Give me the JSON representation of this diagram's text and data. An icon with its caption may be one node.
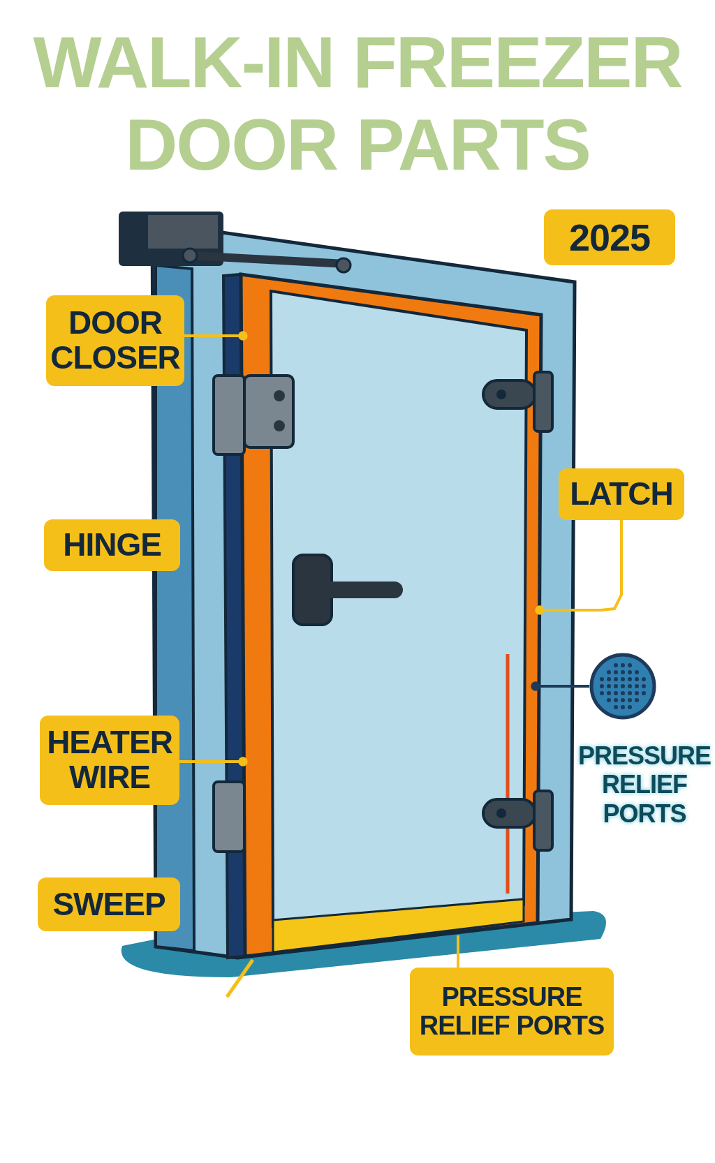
{
  "diagram": {
    "title": "WALK-IN FREEZER DOOR PARTS",
    "nodes": [
      {
        "text": [
          "DOOR CLOSER"
        ]
      },
      {
        "text": [
          "HINGE"
        ]
      },
      {
        "text": [
          "LATCH"
        ]
      },
      {
        "text": [
          "HEATER WIRE"
        ]
      },
      {
        "text": [
          "SWEEP"
        ]
      },
      {
        "text": [],
        "shape": "circle",
        "beside": [
          "PRESSURE RELIEF PORTS"
        ]
      },
      {
        "text": [
          "PRESSURE RELIEF PORTS"
        ]
      },
      {
        "text": [
          "2025"
        ]
      }
    ],
    "edges": [
      {
        "from": 0,
        "to": null,
        "arrow": "other"
      },
      {
        "from": 2,
        "to": null,
        "arrow": "other"
      },
      {
        "from": 3,
        "to": null,
        "arrow": "other"
      },
      {
        "from": 5,
        "to": null,
        "arrow": "other",
        "color": "#1e3a5a"
      },
      {
        "from": 6,
        "to": null,
        "arrow": "none"
      }
    ]
  }
}
